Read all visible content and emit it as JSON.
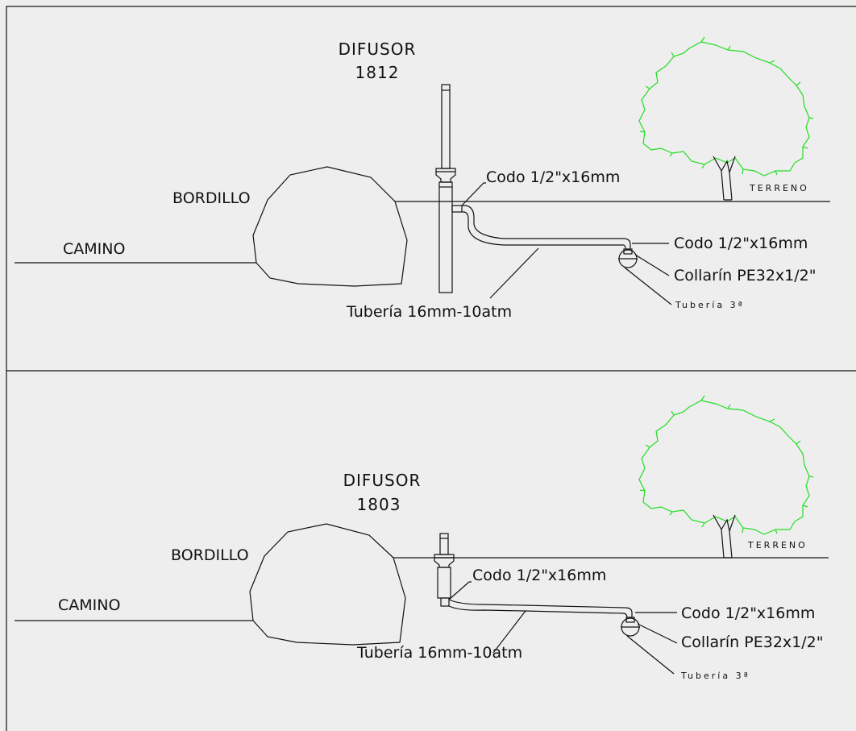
{
  "panels": [
    {
      "difusor_label": "DIFUSOR",
      "difusor_model": "1812",
      "bordillo": "BORDILLO",
      "camino": "CAMINO",
      "codo_top": "Codo 1/2\"x16mm",
      "codo_right": "Codo 1/2\"x16mm",
      "collarin": "Collarín PE32x1/2\"",
      "tuberia_3": "Tubería 3ª",
      "tuberia_16": "Tubería 16mm-10atm",
      "terreno": "TERRENO"
    },
    {
      "difusor_label": "DIFUSOR",
      "difusor_model": "1803",
      "bordillo": "BORDILLO",
      "camino": "CAMINO",
      "codo_top": "Codo 1/2\"x16mm",
      "codo_right": "Codo 1/2\"x16mm",
      "collarin": "Collarín PE32x1/2\"",
      "tuberia_3": "Tubería 3ª",
      "tuberia_16": "Tubería 16mm-10atm",
      "terreno": "TERRENO"
    }
  ],
  "colors": {
    "tree": "#22dd22",
    "lines": "#111111",
    "background": "#eeeeee"
  },
  "icons": {
    "tree": "tree-icon"
  }
}
